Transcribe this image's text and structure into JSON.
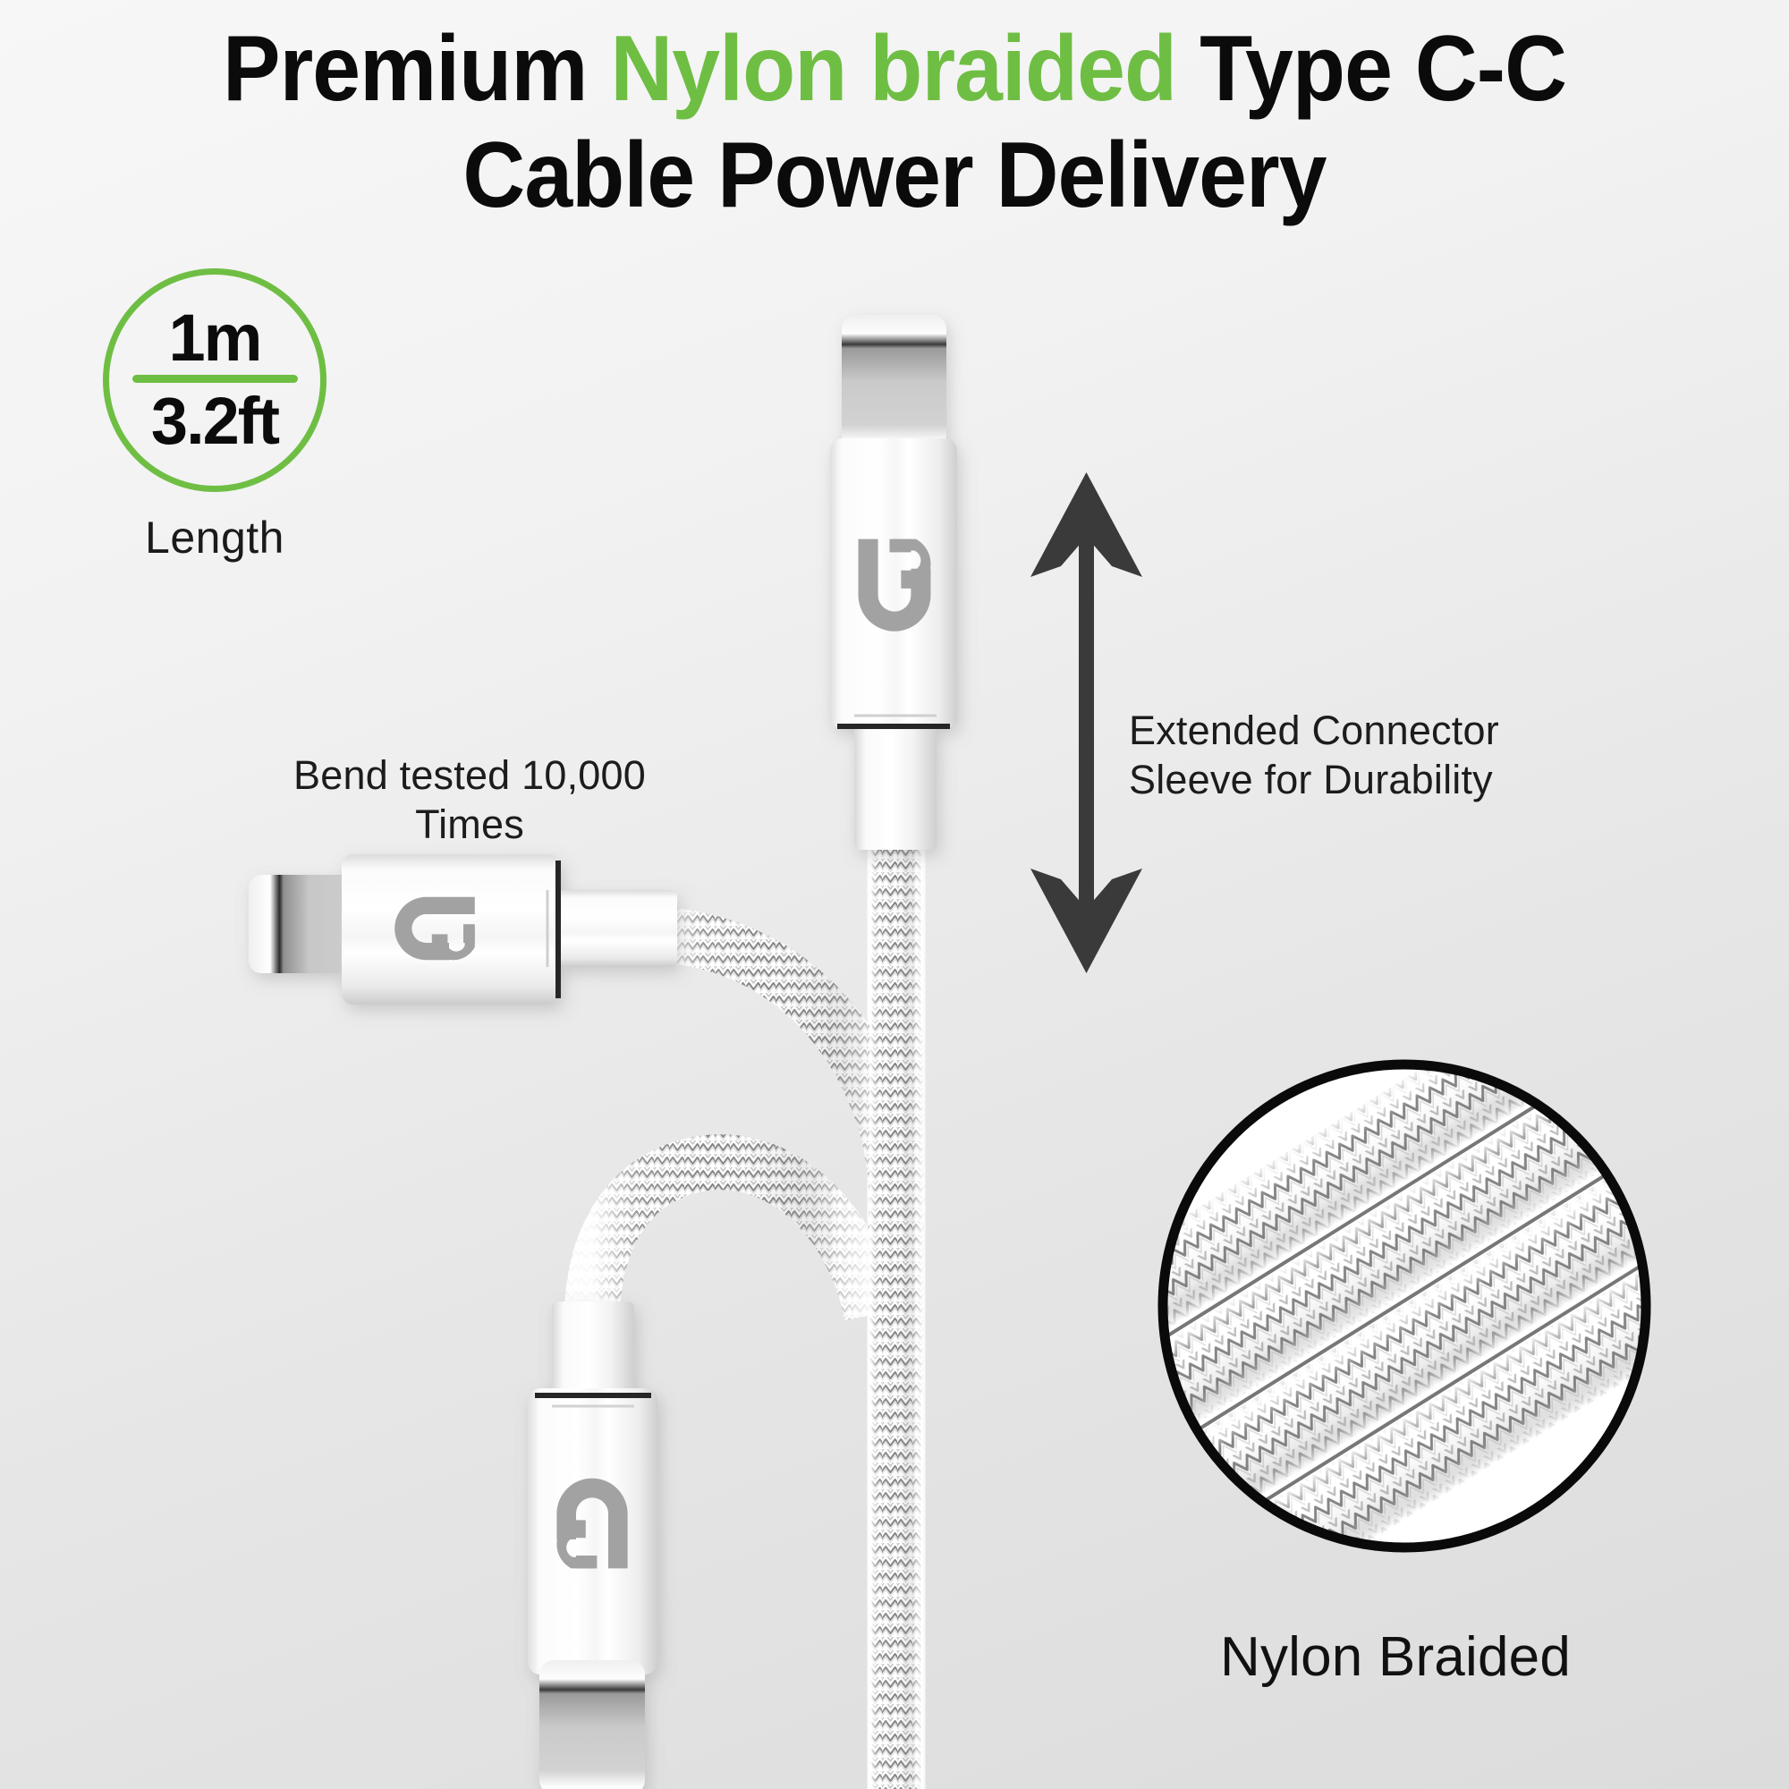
{
  "background": {
    "gradient_from": "#f7f7f7",
    "gradient_to": "#dcdcdc"
  },
  "colors": {
    "accent_green": "#6FBE44",
    "text_dark": "#0b0b0b",
    "logo_gray": "#a2a2a2",
    "arrow_dark": "#3a3a3a",
    "outline_black": "#0a0a0a"
  },
  "header": {
    "line1_part1": "Premium ",
    "line1_highlight": "Nylon braided",
    "line1_part2": " Type C-C",
    "line2": "Cable Power Delivery"
  },
  "length_badge": {
    "metric": "1m",
    "imperial": "3.2ft",
    "caption": "Length"
  },
  "annotations": {
    "bend_test": "Bend tested 10,000 Times",
    "bend_test_line1": "Bend tested 10,000",
    "bend_test_line2": "Times",
    "sleeve_line1": "Extended Connector",
    "sleeve_line2": "Sleeve for Durability",
    "braid_caption": "Nylon Braided"
  },
  "product": {
    "brand_logo_name": "up-monogram-logo",
    "connectors": [
      {
        "id": "top",
        "orientation": "vertical-up",
        "type": "USB Type-C"
      },
      {
        "id": "left",
        "orientation": "horizontal-left",
        "type": "USB Type-C"
      },
      {
        "id": "bottom",
        "orientation": "vertical-down",
        "type": "USB Type-C"
      }
    ],
    "cable_material": "nylon braided",
    "detail_circle_subject": "braided cable close-up"
  }
}
